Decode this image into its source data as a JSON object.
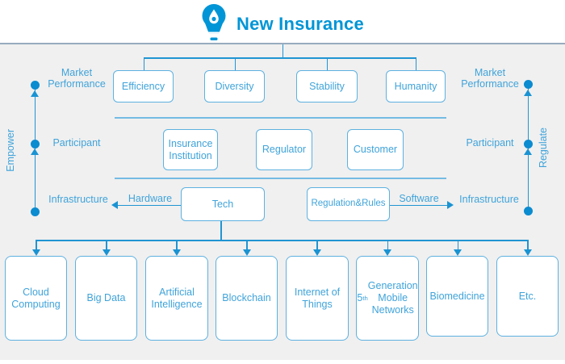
{
  "title": {
    "text": "New Insurance"
  },
  "icons": {
    "header": "lightbulb-icon"
  },
  "colors": {
    "primary_line_blue": "#2095d3",
    "title_blue": "#0095d6",
    "box_border_blue": "#5db1e0",
    "text_blue": "#3fa3da",
    "dot_blue": "#0b8bd0",
    "header_divider": "#97abbe",
    "light_divider": "#74bbe3",
    "panel_background": "#f0f0f0"
  },
  "left_rail": {
    "vertical_label": "Empower",
    "levels": [
      "Market Performance",
      "Participant",
      "Infrastructure"
    ]
  },
  "right_rail": {
    "vertical_label": "Regulate",
    "levels": [
      "Market Performance",
      "Participant",
      "Infrastructure"
    ]
  },
  "tree": {
    "values": [
      "Efficiency",
      "Diversity",
      "Stability",
      "Humanity"
    ],
    "participants": [
      "Insurance Institution",
      "Regulator",
      "Customer"
    ],
    "foundations": {
      "tech": "Tech",
      "rules": "Regulation&Rules"
    },
    "edge_labels": {
      "hardware": "Hardware",
      "software": "Software"
    },
    "technologies": [
      "Cloud Computing",
      "Big Data",
      "Artificial Intelligence",
      "Blockchain",
      "Internet of Things",
      "5th Generation Mobile Networks",
      "Biomedicine",
      "Etc."
    ],
    "technologies_html": {
      "five_g": "5<sup>th</sup> Generation Mobile Networks"
    }
  }
}
